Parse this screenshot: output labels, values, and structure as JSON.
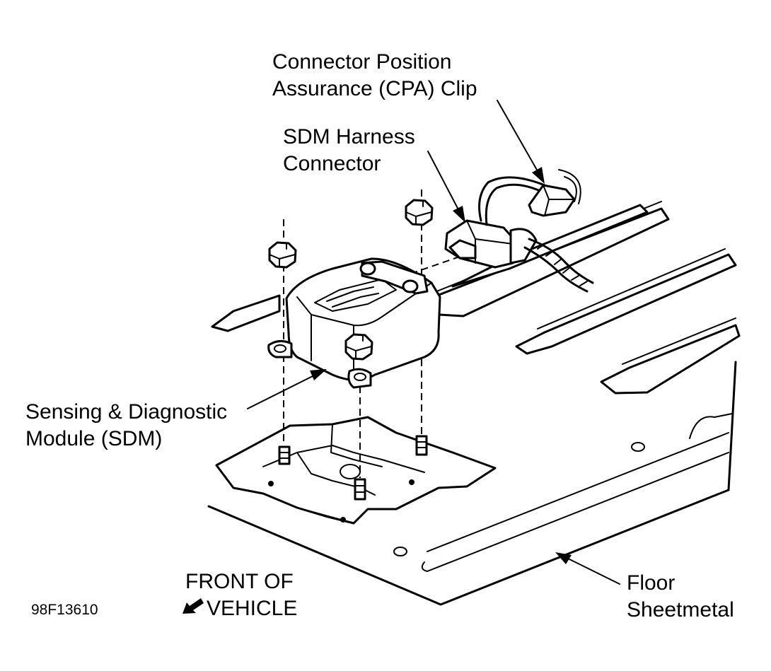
{
  "labels": {
    "cpa_clip": [
      "Connector Position",
      "Assurance (CPA) Clip"
    ],
    "sdm_harness": [
      "SDM Harness",
      "Connector"
    ],
    "sdm_module": [
      "Sensing & Diagnostic",
      "Module (SDM)"
    ],
    "front_of_vehicle": [
      "FRONT OF",
      "VEHICLE"
    ],
    "floor_sheetmetal": [
      "Floor",
      "Sheetmetal"
    ],
    "figure_number": "98F13610"
  },
  "colors": {
    "ink": "#000000",
    "paper": "#ffffff"
  },
  "icons": {
    "front_arrow": "left-down-arrow-icon"
  }
}
